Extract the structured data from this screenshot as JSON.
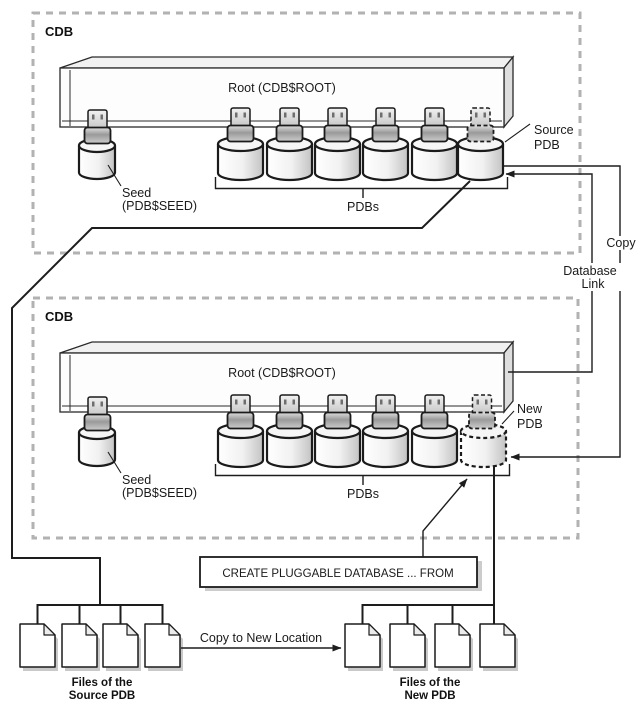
{
  "colors": {
    "line": "#1d1d1d",
    "dashed_border": "#b2b2b2",
    "box_shadow": "#cccccc",
    "fill_light": "#ffffff"
  },
  "cdb_top": {
    "label": "CDB",
    "root_label": "Root (CDB$ROOT)",
    "seed_label_line1": "Seed",
    "seed_label_line2": "(PDB$SEED)",
    "pdbs_label": "PDBs",
    "callout_line1": "Source",
    "callout_line2": "PDB"
  },
  "cdb_bottom": {
    "label": "CDB",
    "root_label": "Root (CDB$ROOT)",
    "seed_label_line1": "Seed",
    "seed_label_line2": "(PDB$SEED)",
    "pdbs_label": "PDBs",
    "callout_line1": "New",
    "callout_line2": "PDB"
  },
  "connectors": {
    "copy_label": "Copy",
    "database_link_line1": "Database",
    "database_link_line2": "Link",
    "copy_to_new_location_label": "Copy to New Location"
  },
  "statement_box": {
    "label": "CREATE PLUGGABLE DATABASE ... FROM"
  },
  "files_source": {
    "label_line1": "Files of the",
    "label_line2": "Source PDB"
  },
  "files_new": {
    "label_line1": "Files of the",
    "label_line2": "New PDB"
  }
}
